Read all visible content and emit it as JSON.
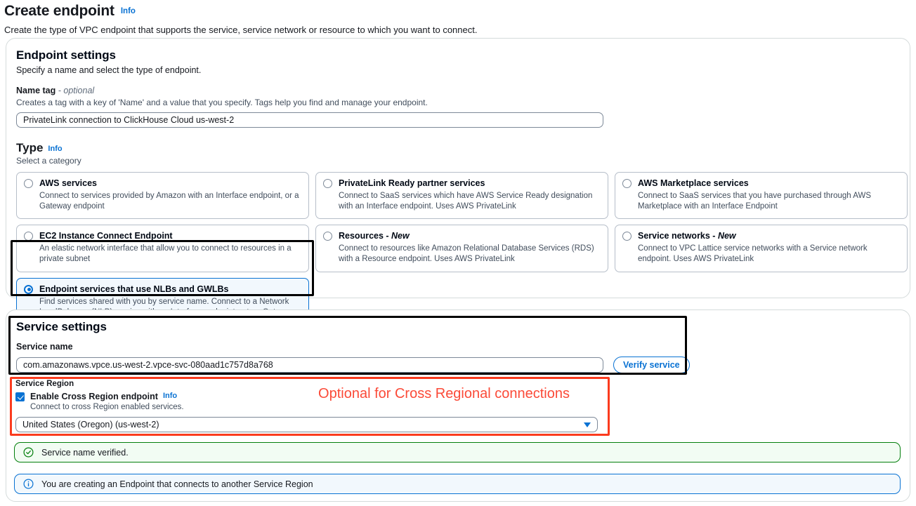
{
  "header": {
    "title": "Create endpoint",
    "info_label": "Info",
    "description": "Create the type of VPC endpoint that supports the service, service network or resource to which you want to connect."
  },
  "endpoint_settings": {
    "title": "Endpoint settings",
    "description": "Specify a name and select the type of endpoint.",
    "name_tag": {
      "label": "Name tag",
      "optional_suffix": "- optional",
      "description": "Creates a tag with a key of 'Name' and a value that you specify. Tags help you find and manage your endpoint.",
      "value": "PrivateLink connection to ClickHouse Cloud us-west-2"
    },
    "type": {
      "label": "Type",
      "info_label": "Info",
      "description": "Select a category",
      "options": [
        {
          "title": "AWS services",
          "description": "Connect to services provided by Amazon with an Interface endpoint, or a Gateway endpoint",
          "selected": false
        },
        {
          "title": "PrivateLink Ready partner services",
          "description": "Connect to SaaS services which have AWS Service Ready designation with an Interface endpoint. Uses AWS PrivateLink",
          "selected": false
        },
        {
          "title": "AWS Marketplace services",
          "description": "Connect to SaaS services that you have purchased through AWS Marketplace with an Interface Endpoint",
          "selected": false
        },
        {
          "title": "EC2 Instance Connect Endpoint",
          "description": "An elastic network interface that allow you to connect to resources in a private subnet",
          "selected": false
        },
        {
          "title": "Resources - New",
          "title_plain": "Resources - ",
          "title_italic": "New",
          "description": "Connect to resources like Amazon Relational Database Services (RDS) with a Resource endpoint. Uses AWS PrivateLink",
          "selected": false
        },
        {
          "title": "Service networks - New",
          "title_plain": "Service networks - ",
          "title_italic": "New",
          "description": "Connect to VPC Lattice service networks with a Service network endpoint. Uses AWS PrivateLink",
          "selected": false
        },
        {
          "title": "Endpoint services that use NLBs and GWLBs",
          "description": "Find services shared with you by service name. Connect to a Network LoadBalancer (NLB) service with an Interface endpoint or to a Gateway LoadBalancer (GWLB) service with a Gateway Load Balancer endpoint",
          "selected": true
        }
      ]
    }
  },
  "service_settings": {
    "title": "Service settings",
    "service_name_label": "Service name",
    "service_name_value": "com.amazonaws.vpce.us-west-2.vpce-svc-080aad1c757d8a768",
    "verify_button_label": "Verify service",
    "service_region": {
      "label": "Service Region",
      "checkbox_label": "Enable Cross Region endpoint",
      "checkbox_info": "Info",
      "checkbox_checked": true,
      "checkbox_description": "Connect to cross Region enabled services.",
      "selected_region": "United States (Oregon) (us-west-2)"
    }
  },
  "annotations": {
    "cross_region_note": "Optional for Cross Regional connections",
    "note_color": "#fb4a38",
    "highlight_box_color": "#000000",
    "red_box_color": "#fb3b1e"
  },
  "alerts": {
    "success": {
      "icon": "check-circle-icon",
      "text": "Service name verified.",
      "color": "#037f0c"
    },
    "info": {
      "icon": "info-circle-icon",
      "text": "You are creating an Endpoint that connects to another Service Region",
      "color": "#0972d3"
    }
  }
}
